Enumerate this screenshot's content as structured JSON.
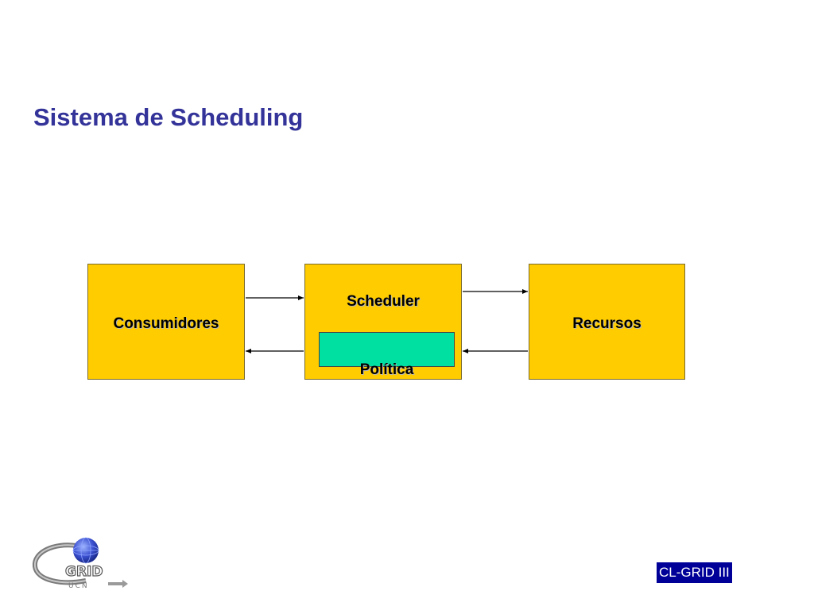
{
  "slide": {
    "title": "Sistema de Scheduling"
  },
  "diagram": {
    "nodes": {
      "consumidores": "Consumidores",
      "scheduler": "Scheduler",
      "politica": "Política",
      "recursos": "Recursos"
    },
    "edges": [
      {
        "from": "consumidores",
        "to": "scheduler"
      },
      {
        "from": "scheduler",
        "to": "consumidores"
      },
      {
        "from": "scheduler",
        "to": "recursos"
      },
      {
        "from": "recursos",
        "to": "scheduler"
      }
    ]
  },
  "footer": {
    "badge": "CL-GRID III",
    "logo_text": "GRID",
    "logo_subtext": "UCN"
  },
  "colors": {
    "title": "#333399",
    "box_fill": "#ffcc00",
    "politica_fill": "#00e0a0",
    "badge_fill": "#000099",
    "badge_text": "#ffffff"
  }
}
